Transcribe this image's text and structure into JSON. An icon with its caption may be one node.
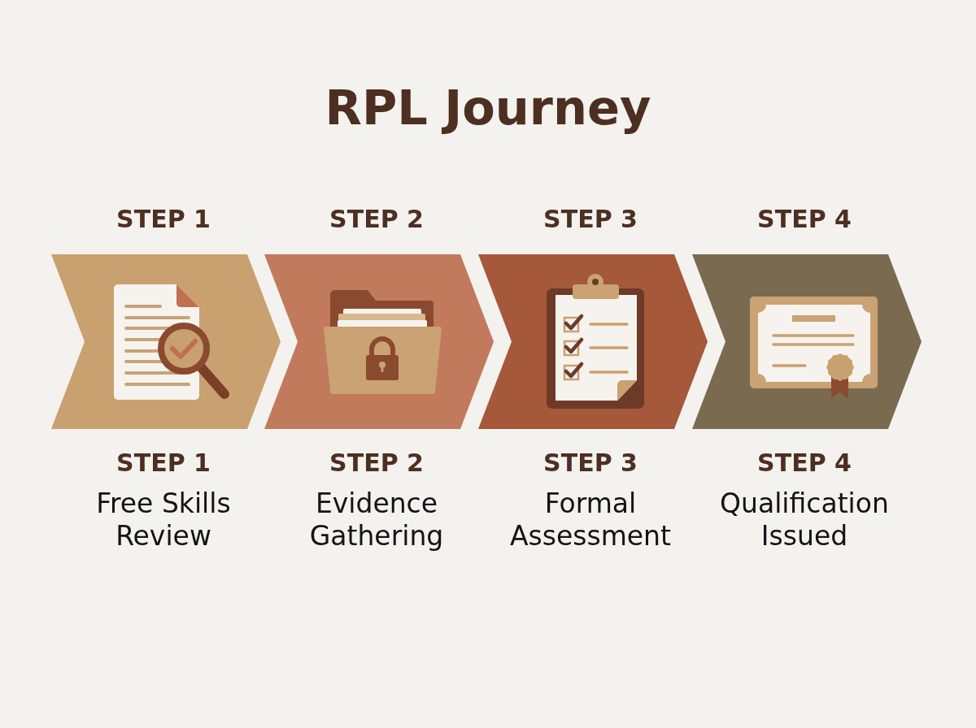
{
  "diagram": {
    "title": "RPL Journey",
    "nodes": [
      {
        "text": [
          "STEP 1"
        ],
        "beside": [
          "STEP 1",
          "Free Skills Review"
        ]
      },
      {
        "text": [
          "STEP 2"
        ],
        "beside": [
          "STEP 2",
          "Evidence Gathering"
        ]
      },
      {
        "text": [
          "STEP 3"
        ],
        "beside": [
          "STEP 3",
          "Formal Assessment"
        ]
      },
      {
        "text": [
          "STEP 4"
        ],
        "beside": [
          "STEP 4",
          "Qualification Issued"
        ]
      }
    ]
  }
}
